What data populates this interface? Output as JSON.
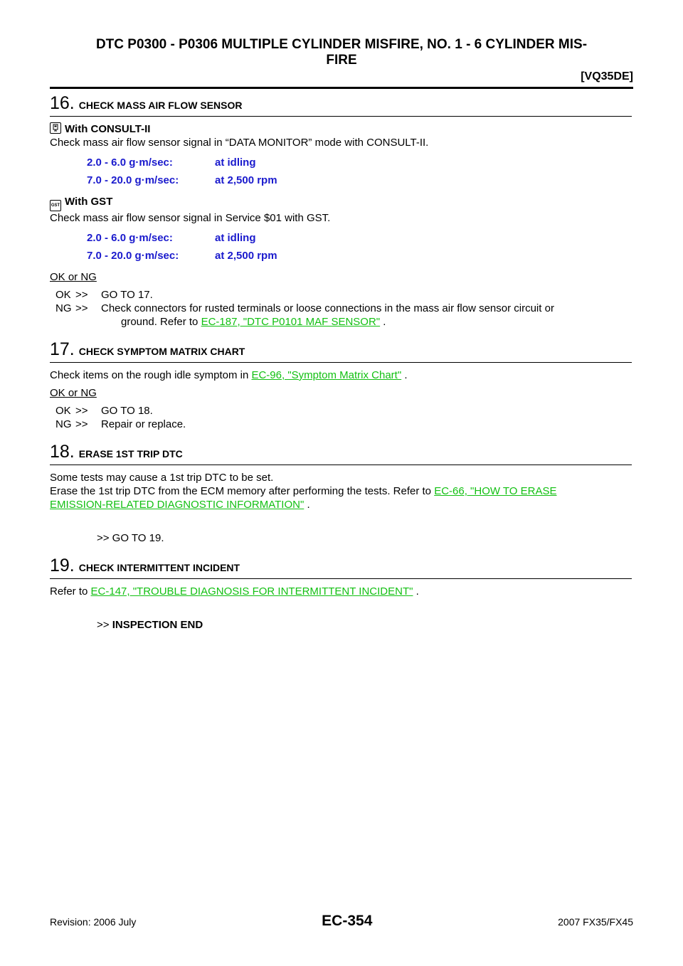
{
  "header": {
    "title_line1": "DTC P0300 - P0306 MULTIPLE CYLINDER MISFIRE, NO. 1 - 6 CYLINDER MIS-",
    "title_line2": "FIRE",
    "engine_tag": "[VQ35DE]"
  },
  "step16": {
    "number": "16.",
    "title": "CHECK MASS AIR FLOW SENSOR",
    "consult_label": "With CONSULT-II",
    "consult_text": "Check mass air flow sensor signal in “DATA MONITOR” mode with CONSULT-II.",
    "consult_specs": [
      {
        "value": "2.0 - 6.0 g·m/sec:",
        "condition": "at idling"
      },
      {
        "value": "7.0 - 20.0 g·m/sec:",
        "condition": "at 2,500 rpm"
      }
    ],
    "gst_label": "With GST",
    "gst_icon_text": "GST",
    "gst_text": "Check mass air flow sensor signal in Service $01 with GST.",
    "gst_specs": [
      {
        "value": "2.0 - 6.0 g·m/sec:",
        "condition": "at idling"
      },
      {
        "value": "7.0 - 20.0 g·m/sec:",
        "condition": "at 2,500 rpm"
      }
    ],
    "ok_ng": "OK or NG",
    "ok_code": "OK",
    "ok_arrow": ">>",
    "ok_action": "GO TO 17.",
    "ng_code": "NG",
    "ng_arrow": ">>",
    "ng_action_line1": "Check connectors for rusted terminals or loose connections in the mass air flow sensor circuit or",
    "ng_action_pre": "ground. Refer to ",
    "ng_link": "EC-187, \"DTC P0101 MAF SENSOR\"",
    "ng_action_post": " ."
  },
  "step17": {
    "number": "17.",
    "title": "CHECK SYMPTOM MATRIX CHART",
    "text_pre": "Check items on the rough idle symptom in ",
    "link": "EC-96, \"Symptom Matrix Chart\"",
    "text_post": " .",
    "ok_ng": "OK or NG",
    "ok_code": "OK",
    "ok_arrow": ">>",
    "ok_action": "GO TO 18.",
    "ng_code": "NG",
    "ng_arrow": ">>",
    "ng_action": "Repair or replace."
  },
  "step18": {
    "number": "18.",
    "title": "ERASE 1ST TRIP DTC",
    "text1": "Some tests may cause a 1st trip DTC to be set.",
    "text2_pre": "Erase the 1st trip DTC from the ECM memory after performing the tests. Refer to ",
    "link_part1": "EC-66, \"HOW TO ERASE",
    "link_part2": "EMISSION-RELATED DIAGNOSTIC INFORMATION\"",
    "text2_post": " .",
    "goto": ">> GO TO 19."
  },
  "step19": {
    "number": "19.",
    "title": "CHECK INTERMITTENT INCIDENT",
    "text_pre": "Refer to ",
    "link": "EC-147, \"TROUBLE DIAGNOSIS FOR INTERMITTENT INCIDENT\"",
    "text_post": " .",
    "end_arrow": ">>",
    "end_text": "INSPECTION END"
  },
  "footer": {
    "revision": "Revision: 2006 July",
    "page_id": "EC-354",
    "model": "2007 FX35/FX45"
  },
  "colors": {
    "spec_blue": "#1a1acd",
    "link_green": "#12c012"
  }
}
